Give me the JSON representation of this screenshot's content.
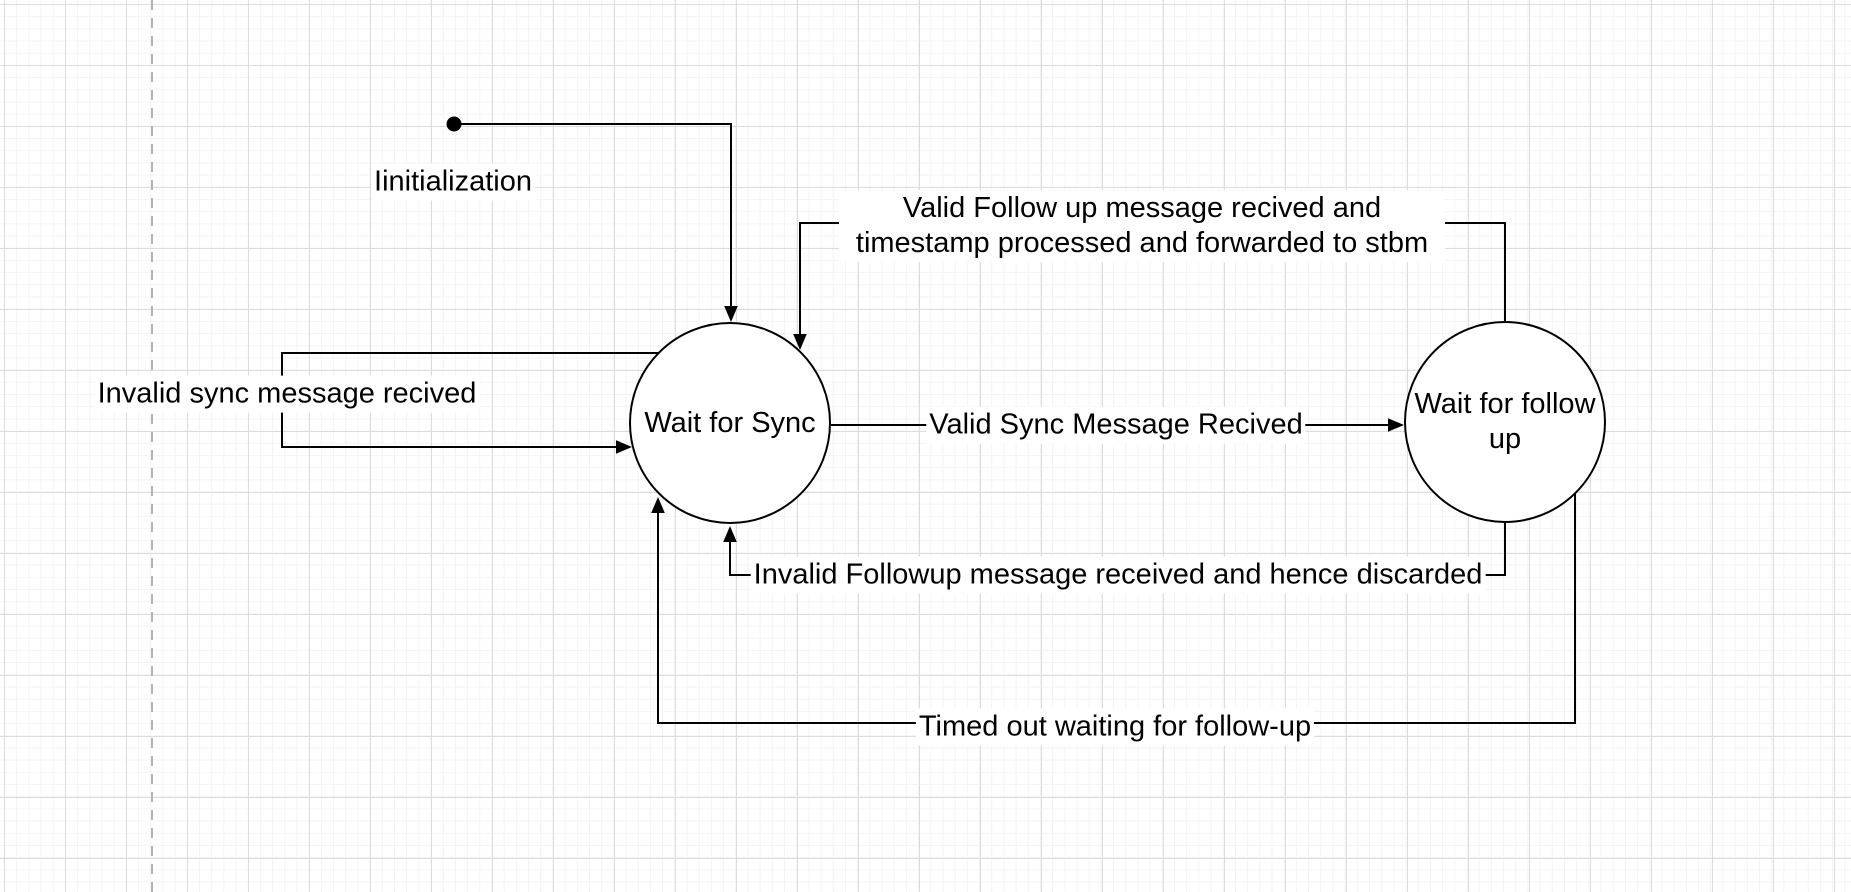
{
  "canvas": {
    "background_color": "#ffffff",
    "grid_minor_color": "#f3f3f3",
    "grid_major_color": "#dcdcdc",
    "page_boundary_color": "#b3b3b3",
    "shape_stroke_color": "#000000",
    "shape_fill_color": "#ffffff",
    "text_color": "#000000",
    "label_background_color": "#ffffff"
  },
  "diagram": {
    "type": "state-machine",
    "states": [
      {
        "id": "wait_for_sync",
        "label": "Wait for Sync",
        "shape": "circle"
      },
      {
        "id": "wait_for_follow_up",
        "label": "Wait for follow up",
        "shape": "circle"
      }
    ],
    "initial_marker": {
      "shape": "filled-dot"
    },
    "transitions": [
      {
        "from": "initial",
        "to": "wait_for_sync",
        "label": "Iinitialization"
      },
      {
        "from": "wait_for_sync",
        "to": "wait_for_follow_up",
        "label": "Valid Sync Message Recived"
      },
      {
        "from": "wait_for_sync",
        "to": "wait_for_sync",
        "label": "Invalid sync message recived"
      },
      {
        "from": "wait_for_follow_up",
        "to": "wait_for_sync",
        "label": "Valid Follow up message recived and timestamp processed and forwarded to stbm"
      },
      {
        "from": "wait_for_follow_up",
        "to": "wait_for_sync",
        "label": "Invalid Followup message received and hence discarded"
      },
      {
        "from": "wait_for_follow_up",
        "to": "wait_for_sync",
        "label": "Timed out waiting for follow-up"
      }
    ]
  }
}
